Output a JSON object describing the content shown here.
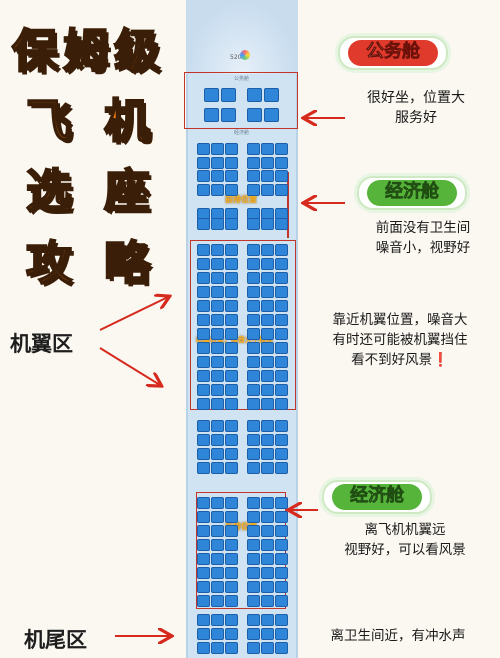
{
  "title": {
    "chars": [
      "保",
      "姆",
      "级",
      "飞",
      "机",
      "选",
      "座",
      "攻",
      "略"
    ]
  },
  "side_labels": {
    "wing": "机翼区",
    "tail": "机尾区"
  },
  "badges": {
    "business": "公务舱",
    "economy_front": "经济舱",
    "economy_rear": "经济舱"
  },
  "notes": {
    "business": [
      "很好坐，位置大",
      "服务好"
    ],
    "economy_front": [
      "前面没有卫生间",
      "噪音小，视野好"
    ],
    "wing": [
      "靠近机翼位置，噪音大",
      "有时还可能被机翼挡住",
      "看不到好风景❗"
    ],
    "economy_rear": [
      "离飞机机翼远",
      "视野好，可以看风景"
    ],
    "tail": [
      "离卫生间近，有冲水声"
    ]
  },
  "plane": {
    "nose_label": "520",
    "business_label": "公务舱",
    "economy_label": "经济舱",
    "zone_labels": {
      "front": "前排位置",
      "wing": "机翼位置，噪音大不推荐",
      "rear": "后排位置"
    }
  },
  "colors": {
    "title_orange": "#ef7d12",
    "badge_green": "#56b43a",
    "badge_red": "#e03a2c",
    "seat_blue": "#2f86d9",
    "highlight_red": "#c2362a"
  }
}
